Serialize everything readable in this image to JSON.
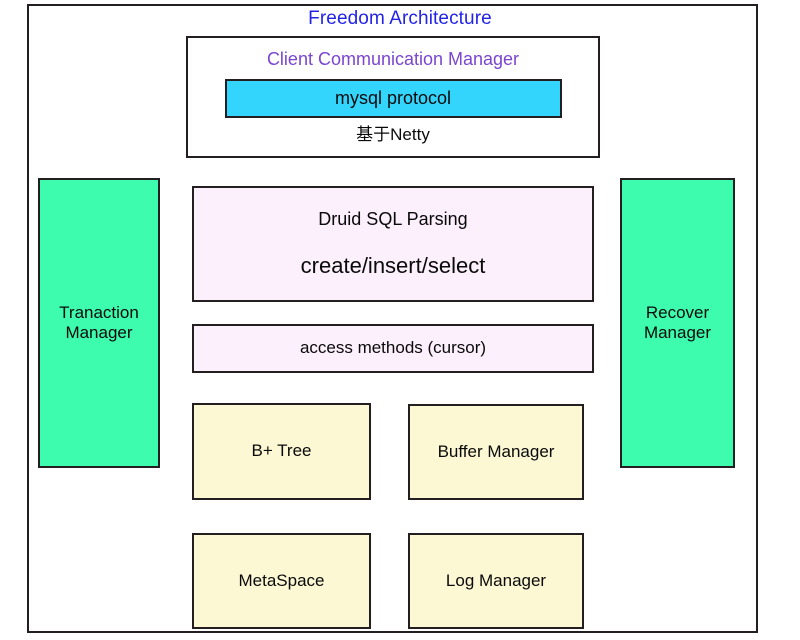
{
  "diagram": {
    "title": "Freedom Architecture",
    "title_color": "#2323e8",
    "frame_border_color": "#231f20",
    "background": "#ffffff"
  },
  "client_communication_manager": {
    "label": "Client Communication Manager",
    "label_color": "#7b45ce",
    "protocol_box": {
      "label": "mysql protocol",
      "fill": "#33d5fd"
    },
    "footnote": "基于Netty"
  },
  "side_panels": {
    "fill": "#3dfcae",
    "left": {
      "line1": "Tranaction",
      "line2": "Manager"
    },
    "right": {
      "line1": "Recover",
      "line2": "Manager"
    }
  },
  "sql_layer": {
    "fill": "#fcf0fc",
    "parsing": {
      "title": "Druid SQL Parsing",
      "statements": "create/insert/select"
    },
    "access": {
      "label": "access methods (cursor)"
    }
  },
  "storage_layer": {
    "fill": "#fcf8d4",
    "boxes": [
      {
        "label": "B+ Tree"
      },
      {
        "label": "Buffer Manager"
      },
      {
        "label": "MetaSpace"
      },
      {
        "label": "Log Manager"
      }
    ]
  }
}
